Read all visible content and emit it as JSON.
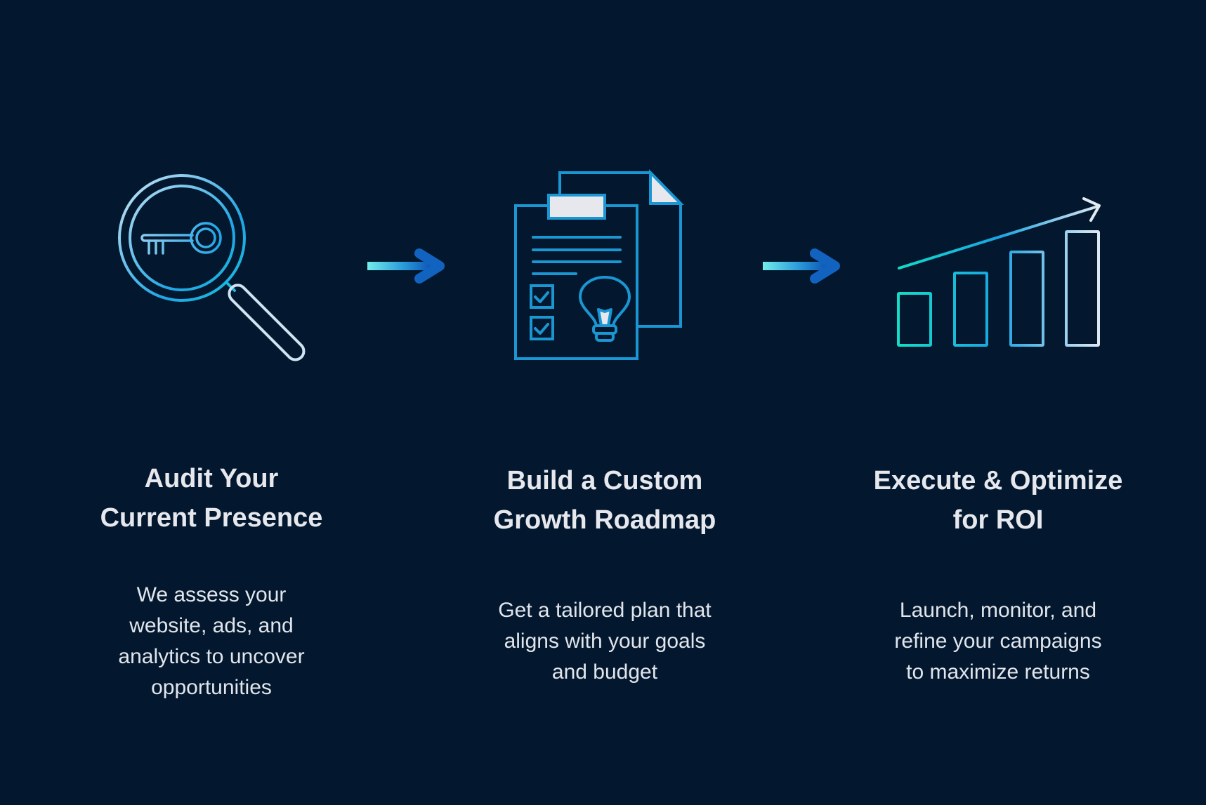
{
  "colors": {
    "background": "#03182e",
    "text": "#e6e8ee",
    "icon_blue": "#1a9ad6",
    "icon_teal": "#19d6c8",
    "icon_light": "#c6dced",
    "arrow_start": "#6ee6ea",
    "arrow_end": "#0b56b6"
  },
  "steps": [
    {
      "icon": "magnifier-key-icon",
      "title_lines": [
        "Audit Your",
        "Current Presence"
      ],
      "description_lines": [
        "We assess your",
        "website, ads, and",
        "analytics to uncover",
        "opportunities"
      ]
    },
    {
      "icon": "clipboard-lightbulb-icon",
      "title_lines": [
        "Build a Custom",
        "Growth Roadmap"
      ],
      "description_lines": [
        "Get a tailored plan that",
        "aligns with your goals",
        "and budget"
      ]
    },
    {
      "icon": "growth-chart-icon",
      "title_lines": [
        "Execute & Optimize",
        "for ROI"
      ],
      "description_lines": [
        "Launch, monitor, and",
        "refine your campaigns",
        "to maximize returns"
      ]
    }
  ],
  "connectors": [
    {
      "icon": "arrow-right-icon"
    },
    {
      "icon": "arrow-right-icon"
    }
  ]
}
